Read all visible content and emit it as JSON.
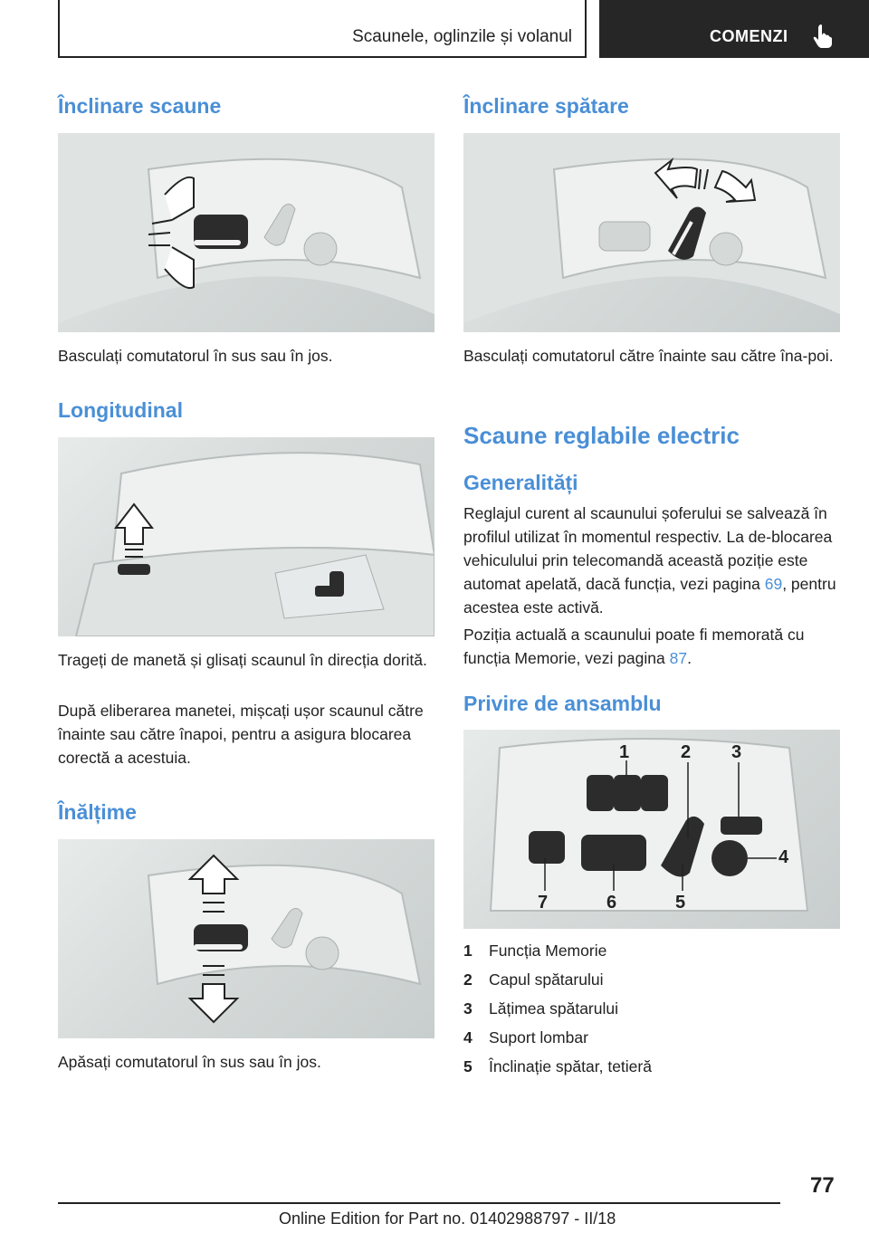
{
  "header": {
    "section": "Scaunele, oglinzile și volanul",
    "tab": "COMENZI",
    "icon": "hand-pointer-icon"
  },
  "left": {
    "h1": "Înclinare scaune",
    "p1": "Basculați comutatorul în sus sau în jos.",
    "h2": "Longitudinal",
    "p2": "Trageți de manetă și glisați scaunul în direcția dorită.",
    "p3": "După eliberarea manetei, mișcați ușor scaunul către înainte sau către înapoi, pentru a asigura blocarea corectă a acestuia.",
    "h3": "Înălțime",
    "p4": "Apăsați comutatorul în sus sau în jos."
  },
  "right": {
    "h1": "Înclinare spătare",
    "p1": "Basculați comutatorul către înainte sau către îna‐poi.",
    "h2": "Scaune reglabile electric",
    "h3": "Generalități",
    "p2_before": "Reglajul curent al scaunului șoferului se salvează în profilul utilizat în momentul respectiv. La de‐blocarea vehiculului prin telecomandă această poziție este automat apelată, dacă funcția, vezi pagina ",
    "p2_link": "69",
    "p2_after": ", pentru acestea este activă.",
    "p3_before": "Poziția actuală a scaunului poate fi memorată cu funcția Memorie, vezi pagina ",
    "p3_link": "87",
    "p3_after": ".",
    "h4": "Privire de ansamblu",
    "callouts": [
      "1",
      "2",
      "3",
      "4",
      "5",
      "6",
      "7"
    ],
    "list": [
      {
        "num": "1",
        "label": "Funcția Memorie"
      },
      {
        "num": "2",
        "label": "Capul spătarului"
      },
      {
        "num": "3",
        "label": "Lățimea spătarului"
      },
      {
        "num": "4",
        "label": "Suport lombar"
      },
      {
        "num": "5",
        "label": "Înclinație spătar, tetieră"
      }
    ]
  },
  "footer": {
    "page": "77",
    "edition": "Online Edition for Part no. 01402988797 - II/18"
  }
}
